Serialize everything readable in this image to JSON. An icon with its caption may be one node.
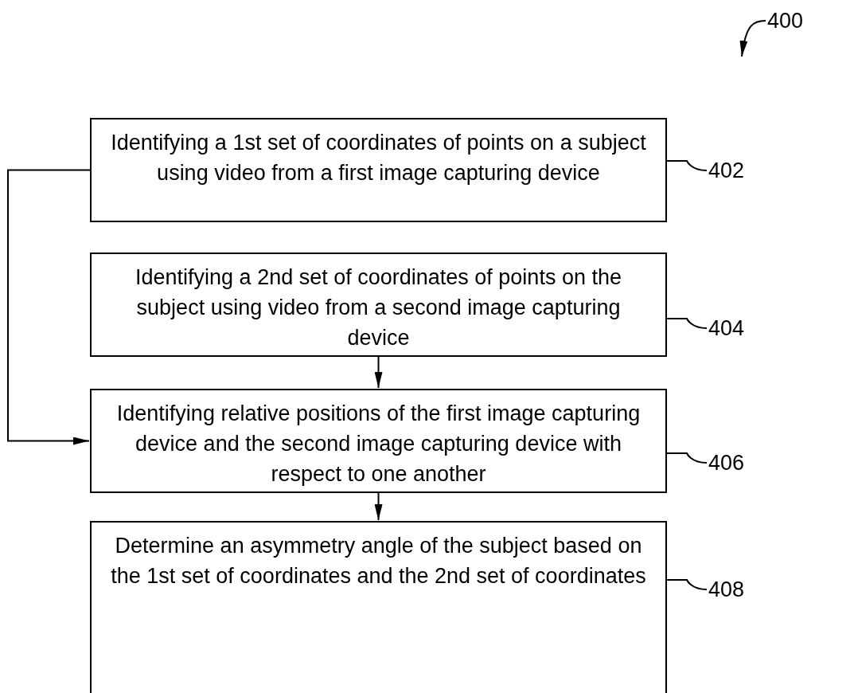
{
  "diagram": {
    "nodes": [
      {
        "text": [
          "Identifying a 1st set of coordinates of points on a subject using video from a first image capturing device"
        ]
      },
      {
        "text": [
          "Identifying a 2nd set of coordinates of points on the subject using video from a second image capturing device"
        ]
      },
      {
        "text": [
          "Identifying relative positions of the first image capturing device and the second image capturing device with respect to one another"
        ]
      },
      {
        "text": [
          "Determine an asymmetry angle of the subject based on the 1st set of coordinates and the 2nd set of coordinates"
        ]
      },
      {
        "text": [
          "402"
        ]
      },
      {
        "text": [
          "404"
        ]
      },
      {
        "text": [
          "406"
        ]
      },
      {
        "text": [
          "408"
        ]
      },
      {
        "text": [
          "400"
        ]
      }
    ],
    "edges": [
      {
        "from": 0,
        "to": 2,
        "arrow": "to"
      },
      {
        "from": 1,
        "to": 2,
        "arrow": "to"
      },
      {
        "from": 2,
        "to": 3,
        "arrow": "to"
      },
      {
        "from": 4,
        "to": 0,
        "arrow": "none"
      },
      {
        "from": 5,
        "to": 1,
        "arrow": "none"
      },
      {
        "from": 6,
        "to": 2,
        "arrow": "none"
      },
      {
        "from": 7,
        "to": 3,
        "arrow": "none"
      },
      {
        "from": 8,
        "to": null,
        "arrow": "to"
      }
    ]
  }
}
